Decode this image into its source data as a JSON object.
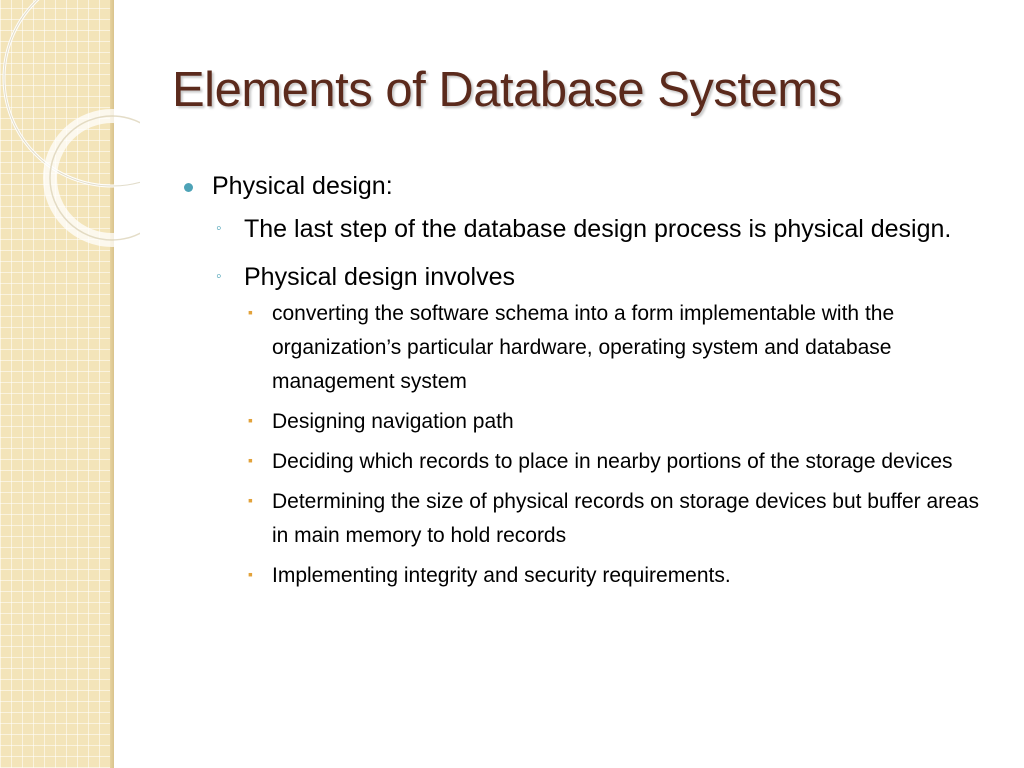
{
  "slide": {
    "title": "Elements of Database Systems",
    "bullets": [
      {
        "text": "Physical design:",
        "children": [
          {
            "text": "The last step of the database design process is physical design.",
            "children": []
          },
          {
            "text": "Physical design involves",
            "children": [
              {
                "text": "converting the software schema into a form implementable with the organization’s particular hardware, operating system and database management system"
              },
              {
                "text": "Designing navigation path"
              },
              {
                "text": "Deciding which records to place in nearby portions of the storage devices"
              },
              {
                "text": "Determining the size of physical records on storage devices but buffer areas in main memory to hold records"
              },
              {
                "text": "Implementing integrity and security requirements."
              }
            ]
          }
        ]
      }
    ]
  },
  "theme": {
    "title_color": "#5b2a1c",
    "bullet_level1_color": "#4ea3b7",
    "bullet_level2_color": "#4ea3b7",
    "bullet_level3_color": "#e2a23a",
    "side_band_color": "#f3e4b9"
  }
}
